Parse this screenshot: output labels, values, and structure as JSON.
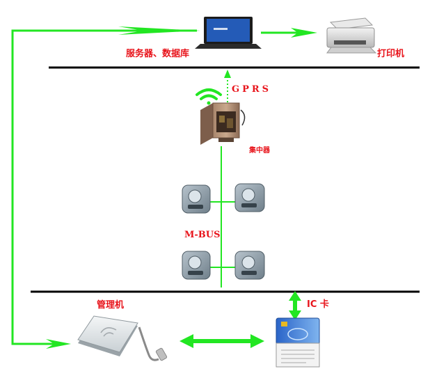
{
  "labels": {
    "server": "服务器、数据库",
    "printer": "打印机",
    "gprs": "GPRS",
    "concentrator": "集中器",
    "mbus": "M-BUS",
    "management": "管理机",
    "ic_card": "IC 卡"
  },
  "colors": {
    "label": "#e8141b",
    "link": "#22e622",
    "bus_line": "#000000"
  },
  "icons": {
    "server": "laptop-icon",
    "printer": "printer-icon",
    "concentrator": "concentrator-cabinet-icon",
    "meter": "water-meter-icon",
    "management": "card-reader-icon",
    "ic_card": "ic-card-icon",
    "wireless": "wifi-signal-icon"
  }
}
